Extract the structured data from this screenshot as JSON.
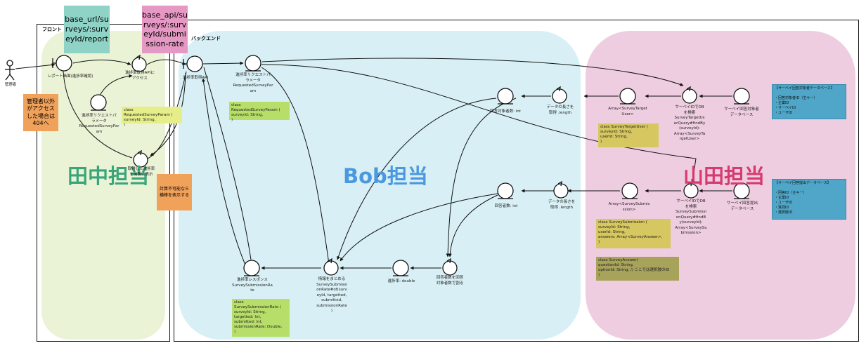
{
  "frames": {
    "front": "フロント",
    "back": "バックエンド"
  },
  "stickies": {
    "url_report": "base_url/su\nrveys/:surv\neyId/report",
    "api_submission": "base_api/su\nrveys/:surv\neyId/submi\nssion-rate",
    "admin_warning": "管理者以外\nがアクセス\nした場合は\n404へ",
    "not_computable": "計算不可能なら\n横棒を表示する"
  },
  "teams": {
    "tanaka": "田中担当",
    "bob": "Bob担当",
    "yamada": "山田担当"
  },
  "labels": {
    "actor": "管理者",
    "report_screen": "レポート画面(進捗率確認)",
    "front_request_param": "進捗率リクエストパ\nラメータ\nRequestedSurveyPar\nam",
    "call_api": "進捗率取得APIに\nアクセス",
    "display_rate": "取得した進捗率\nを画面に表示",
    "api_entry": "進捗率取得API",
    "back_request_param": "進捗率リクエストパ\nラメータ\nRequestedSurveyPar\nam",
    "target_count": "回答対象者数: int",
    "target_length": "データの長さを\n取得 .length",
    "target_array": "Array<SurveyTarget\nUser>",
    "target_query": "サーベイIDでDB\nを検索\nSurveyTargetUs\nerQuery#findBy\n(surveyId):\nArray<SurveyTa\nrgetUser>",
    "target_db": "サーベイ回答対象者\nデータベース",
    "submitted_count": "回答者数: int",
    "submitted_length": "データの長さを\n取得 .length",
    "submission_array": "Array<SurveySubmis\nssion>",
    "submission_query": "サーベイIDでDB\nを検索\nSurveySubmissi\nonQuery#findB\ny(surveyId):\nArray<SurveySu\nbmission>",
    "submission_db": "サーベイ回答提出\nデータベース",
    "response": "進捗率レスポンス\nSurveySubmissionRa\nte",
    "aggregate": "情報をまとめる\nSurveySubmissi\nonRate#of(surv\neyId, targetted,\nsubmitted,\nsubmissionRate\n)",
    "rate": "進捗率: double",
    "divide": "回答者数を回答\n対象者数で割る"
  },
  "notes": {
    "front_param_class": "class RequestedSurveyParam (\n    surveyId: String,\n)",
    "back_param_class": "class RequestedSurveyParam (\n    surveyId: String,\n)",
    "target_user_class": "class SurveyTargetUser (\n    surveyId: String,\n    userId: String,\n)",
    "submission_class": "class SurveySubmission (\n    surveyId: String,\n    userId: String,\n    answers: Array<SurveyAnswer>,\n)",
    "answer_class": "class SurveyAnswer(\n    questionId: String,\n    optionId: String, // ここでは選択肢のID\n)",
    "rate_class": "class SurveySubmissionRate (\n    surveyId: String,\n    targetted: Int,\n    submitted: Int,\n    submissionRate: Double,\n)"
  },
  "tables": {
    "target_table": "【サーベイ回答対象者データベース】\n\n・回答対象者ID（主キー）\n・企業ID\n・サーベイID\n・ユーザID",
    "submission_table": "【サーベイ回答提出データベース】\n\n・回答ID（主キー）\n・企業ID\n・ユーザID\n・質問ID\n・選択肢ID"
  },
  "colors": {
    "green_blob": "#eaf3d6",
    "blue_blob": "#d8f0f5",
    "pink_blob": "#efcde0",
    "teal_sticky": "#8fd3c6",
    "pink_sticky": "#e598c4",
    "orange_sticky": "#f0a15a",
    "yellow_note": "#e6ee8a",
    "olive_note": "#d6c760",
    "olive_dark": "#a7a35a",
    "lime_note": "#b8de6a",
    "tanaka": "#3aa57a",
    "bob": "#4a98e0",
    "yamada": "#d63a6e"
  }
}
